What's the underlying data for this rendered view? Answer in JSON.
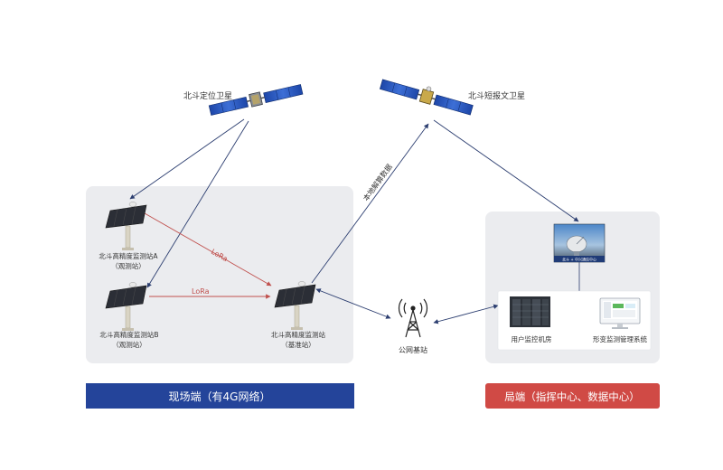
{
  "satellites": {
    "positioning": "北斗定位卫星",
    "short_message": "北斗短报文卫星"
  },
  "stations": {
    "a": {
      "name": "北斗高精度监测站A",
      "role": "（观测站）"
    },
    "b": {
      "name": "北斗高精度监测站B",
      "role": "（观测站）"
    },
    "base": {
      "name": "北斗高精度监测站",
      "role": "（基准站）"
    }
  },
  "links": {
    "lora_1": "LoRa",
    "lora_2": "LoRa",
    "uplink": "本地解算数据"
  },
  "public_base_station": "公网基站",
  "center": {
    "monitor_room": "用户监控机房",
    "deformation_system": "形变监测管理系统",
    "screen_caption": "北斗 + 中兴通信中心"
  },
  "banners": {
    "field": "现场端（有4G网络）",
    "bureau": "局端（指挥中心、数据中心）"
  },
  "colors": {
    "field_banner": "#24449a",
    "bureau_banner": "#d04a45",
    "panel": "#ebecef",
    "arrow_blue": "#2c3e70",
    "arrow_red": "#c0504d",
    "solar_panel": "#2b2e36"
  }
}
